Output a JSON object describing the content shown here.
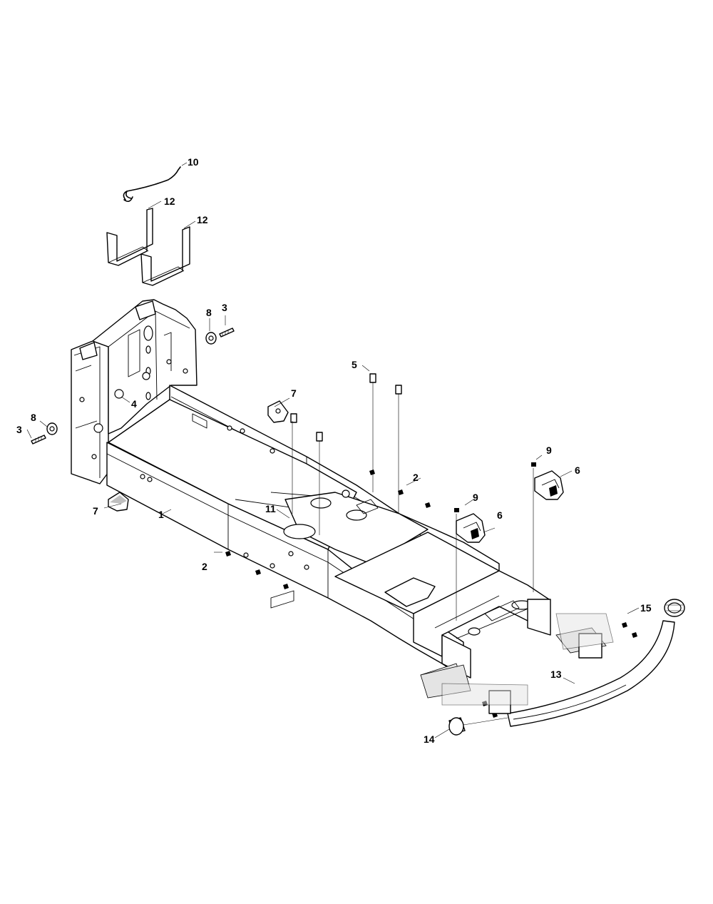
{
  "diagram": {
    "callouts": [
      {
        "id": "c1",
        "text": "1"
      },
      {
        "id": "c2a",
        "text": "2"
      },
      {
        "id": "c2b",
        "text": "2"
      },
      {
        "id": "c3a",
        "text": "3"
      },
      {
        "id": "c3b",
        "text": "3"
      },
      {
        "id": "c4",
        "text": "4"
      },
      {
        "id": "c5",
        "text": "5"
      },
      {
        "id": "c6a",
        "text": "6"
      },
      {
        "id": "c6b",
        "text": "6"
      },
      {
        "id": "c7a",
        "text": "7"
      },
      {
        "id": "c7b",
        "text": "7"
      },
      {
        "id": "c8a",
        "text": "8"
      },
      {
        "id": "c8b",
        "text": "8"
      },
      {
        "id": "c9a",
        "text": "9"
      },
      {
        "id": "c9b",
        "text": "9"
      },
      {
        "id": "c10",
        "text": "10"
      },
      {
        "id": "c11",
        "text": "11"
      },
      {
        "id": "c12a",
        "text": "12"
      },
      {
        "id": "c12b",
        "text": "12"
      },
      {
        "id": "c13",
        "text": "13"
      },
      {
        "id": "c14",
        "text": "14"
      },
      {
        "id": "c15",
        "text": "15"
      }
    ]
  }
}
